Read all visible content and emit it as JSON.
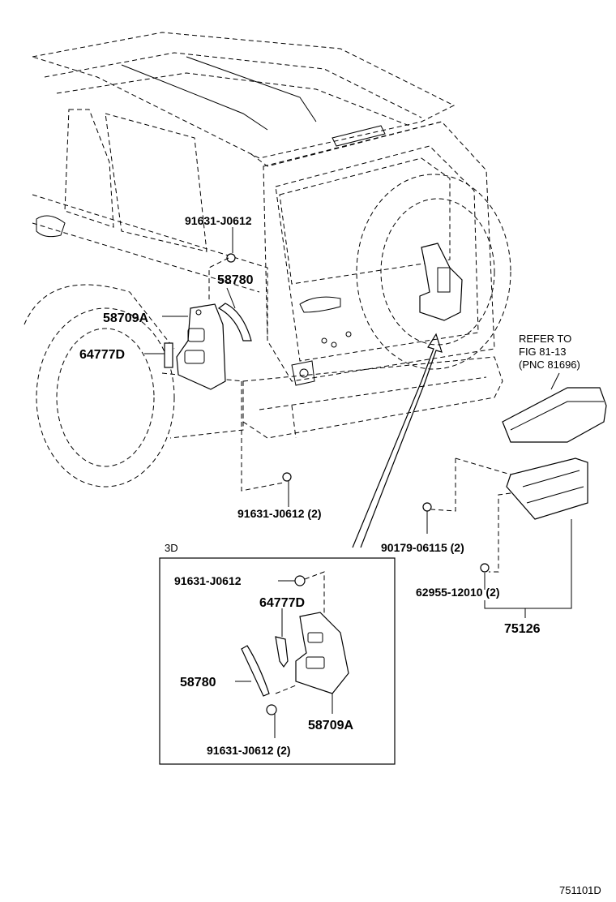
{
  "labels": {
    "bolt_top": "91631-J0612",
    "hinge_cover": "58780",
    "bracket": "58709A",
    "pad": "64777D",
    "bolt_bottom": "91631-J0612 (2)",
    "clip_nut": "90179-06115 (2)",
    "clip": "62955-12010 (2)",
    "cover_assy": "75126",
    "refer_line1": "REFER TO",
    "refer_line2": "FIG 81-13",
    "refer_line3": "(PNC 81696)",
    "inset_title": "3D",
    "inset_bolt_top": "91631-J0612",
    "inset_pad": "64777D",
    "inset_cover": "58780",
    "inset_bracket": "58709A",
    "inset_bolt_bottom": "91631-J0612 (2)",
    "figure_id": "751101D"
  }
}
